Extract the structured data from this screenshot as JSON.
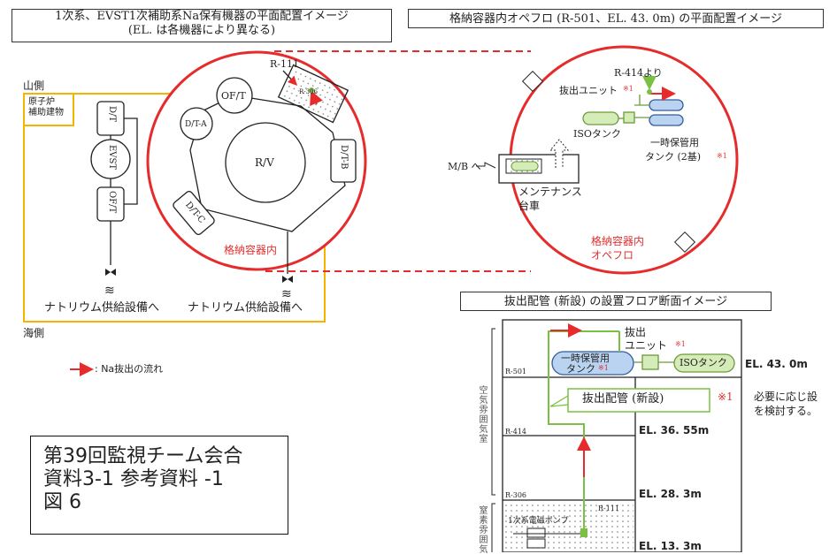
{
  "titles": {
    "left_line1": "1次系、EVST1次補助系Na保有機器の平面配置イメージ",
    "left_line2": "(EL. は各機器により異なる)",
    "right": "格納容器内オペフロ (R-501、EL. 43. 0m) の平面配置イメージ",
    "section": "抜出配管 (新設) の設置フロア断面イメージ"
  },
  "left_panel": {
    "mountain_side": "山側",
    "sea_side": "海側",
    "aux_building": "原子炉\n補助建物",
    "aux_building_l1": "原子炉",
    "aux_building_l2": "補助建物",
    "dt": "D/T",
    "evst": "EVST",
    "oft": "OF/T",
    "sodium_supply_1": "ナトリウム供給設備へ",
    "sodium_supply_2": "ナトリウム供給設備へ"
  },
  "containment": {
    "room": "R-111",
    "small_room": "R-306",
    "oft": "OF/T",
    "dta": "D/T-A",
    "dtb": "D/T-B",
    "dtc": "D/T-C",
    "rv": "R/V",
    "label": "格納容器内"
  },
  "operating_floor": {
    "from_r414": "R-414より",
    "extraction_unit": "抜出ユニット",
    "note_mark": "※1",
    "iso_tank": "ISOタンク",
    "temp_tank_l1": "一時保管用",
    "temp_tank_l2": "タンク (2基)",
    "mb": "M/B へ",
    "maint_l1": "メンテナンス",
    "maint_l2": "台車",
    "label_l1": "格納容器内",
    "label_l2": "オペフロ"
  },
  "legend": {
    "flow": ": Na抜出の流れ"
  },
  "reference_box": {
    "line1": "第39回監視チーム会合",
    "line2": "資料3-1 参考資料 -1",
    "line3": "図 6"
  },
  "section": {
    "extraction_unit_l1": "抜出",
    "extraction_unit_l2": "ユニット",
    "temp_tank_l1": "一時保管用",
    "temp_tank_l2": "タンク",
    "iso_tank": "ISOタンク",
    "new_pipe": "抜出配管 (新設)",
    "note_mark": "※1",
    "note_text_l1": "必要に応じ設",
    "note_text_l2": "を検討する。",
    "air_atmosphere": "空気雰囲気室",
    "nitrogen_atmosphere": "窒素雰囲気",
    "floors": [
      {
        "room": "R-501",
        "elevation": "EL. 43. 0m"
      },
      {
        "room": "R-414",
        "elevation": "EL. 36. 55m"
      },
      {
        "room": "R-306",
        "elevation": "EL. 28. 3m"
      },
      {
        "room": "R-111",
        "elevation": "EL. 13. 3m"
      }
    ],
    "pump": "1次系電磁ポンプ"
  },
  "colors": {
    "red": "#e52b2b",
    "yellow": "#f4b400",
    "green": "#7ac143",
    "blue_tank": "#b9d3f0",
    "green_tank": "#d5ebb8"
  }
}
